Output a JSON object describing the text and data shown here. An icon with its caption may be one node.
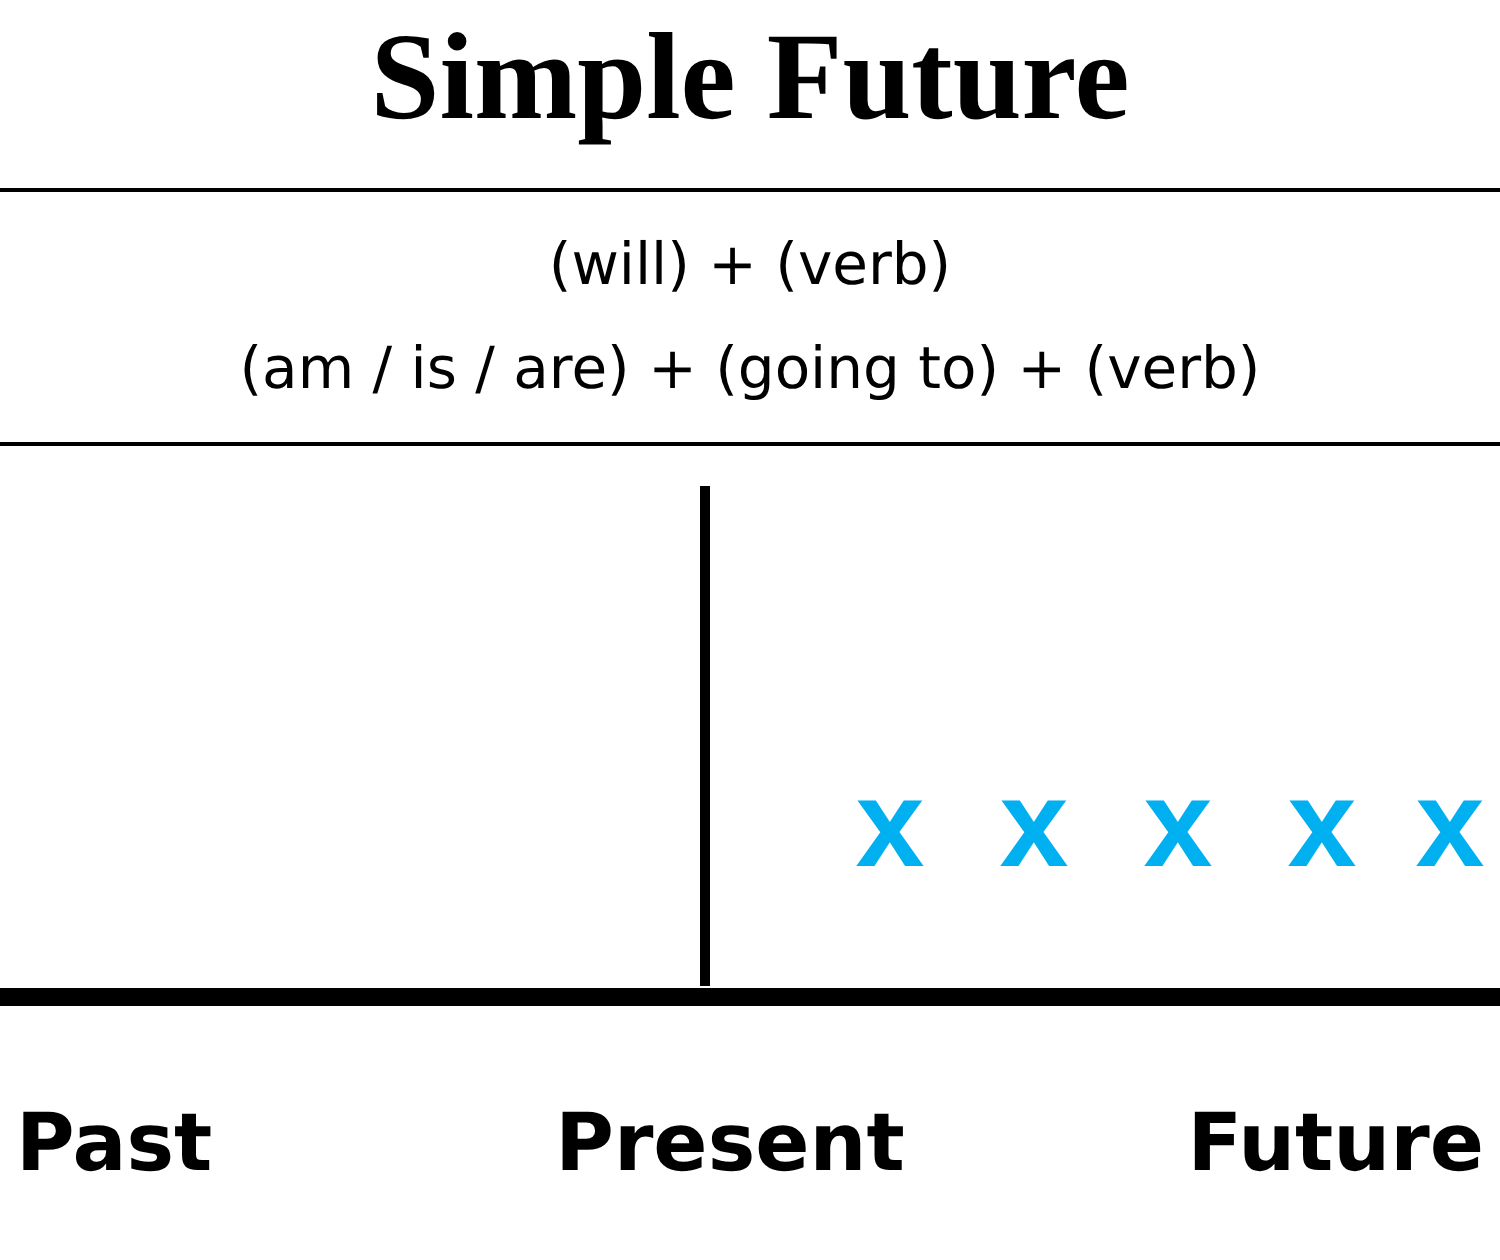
{
  "diagram": {
    "title": "Simple Future",
    "labels": [
      "(will) + (verb)",
      "(am / is / are) + (going to) + (verb)",
      "x",
      "x",
      "x",
      "x",
      "x",
      "Past",
      "Present",
      "Future"
    ]
  }
}
